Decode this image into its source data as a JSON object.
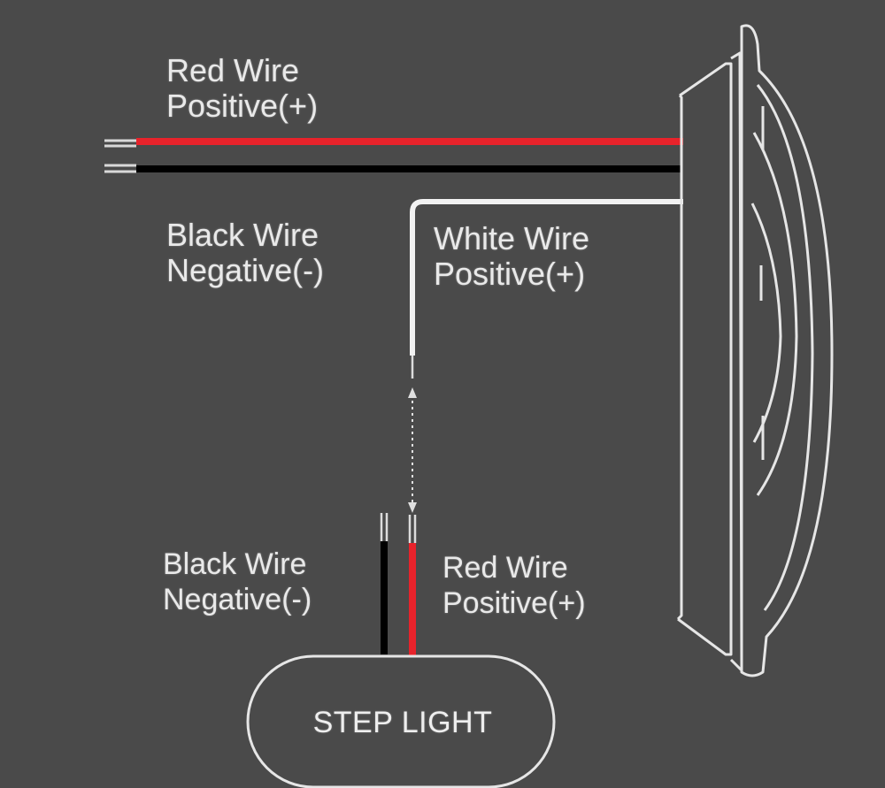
{
  "wires": {
    "top_red": {
      "name": "Red Wire",
      "polarity": "Positive(+)",
      "color": "#e8232b"
    },
    "top_black": {
      "name": "Black Wire",
      "polarity": "Negative(-)",
      "color": "#000000"
    },
    "white": {
      "name": "White Wire",
      "polarity": "Positive(+)",
      "color": "#f2f2f2"
    },
    "bottom_black": {
      "name": "Black Wire",
      "polarity": "Negative(-)",
      "color": "#000000"
    },
    "bottom_red": {
      "name": "Red Wire",
      "polarity": "Positive(+)",
      "color": "#e8232b"
    }
  },
  "step_light": {
    "label": "STEP LIGHT"
  },
  "colors": {
    "background": "#4a4a4a",
    "outline": "#e6e6e6"
  }
}
